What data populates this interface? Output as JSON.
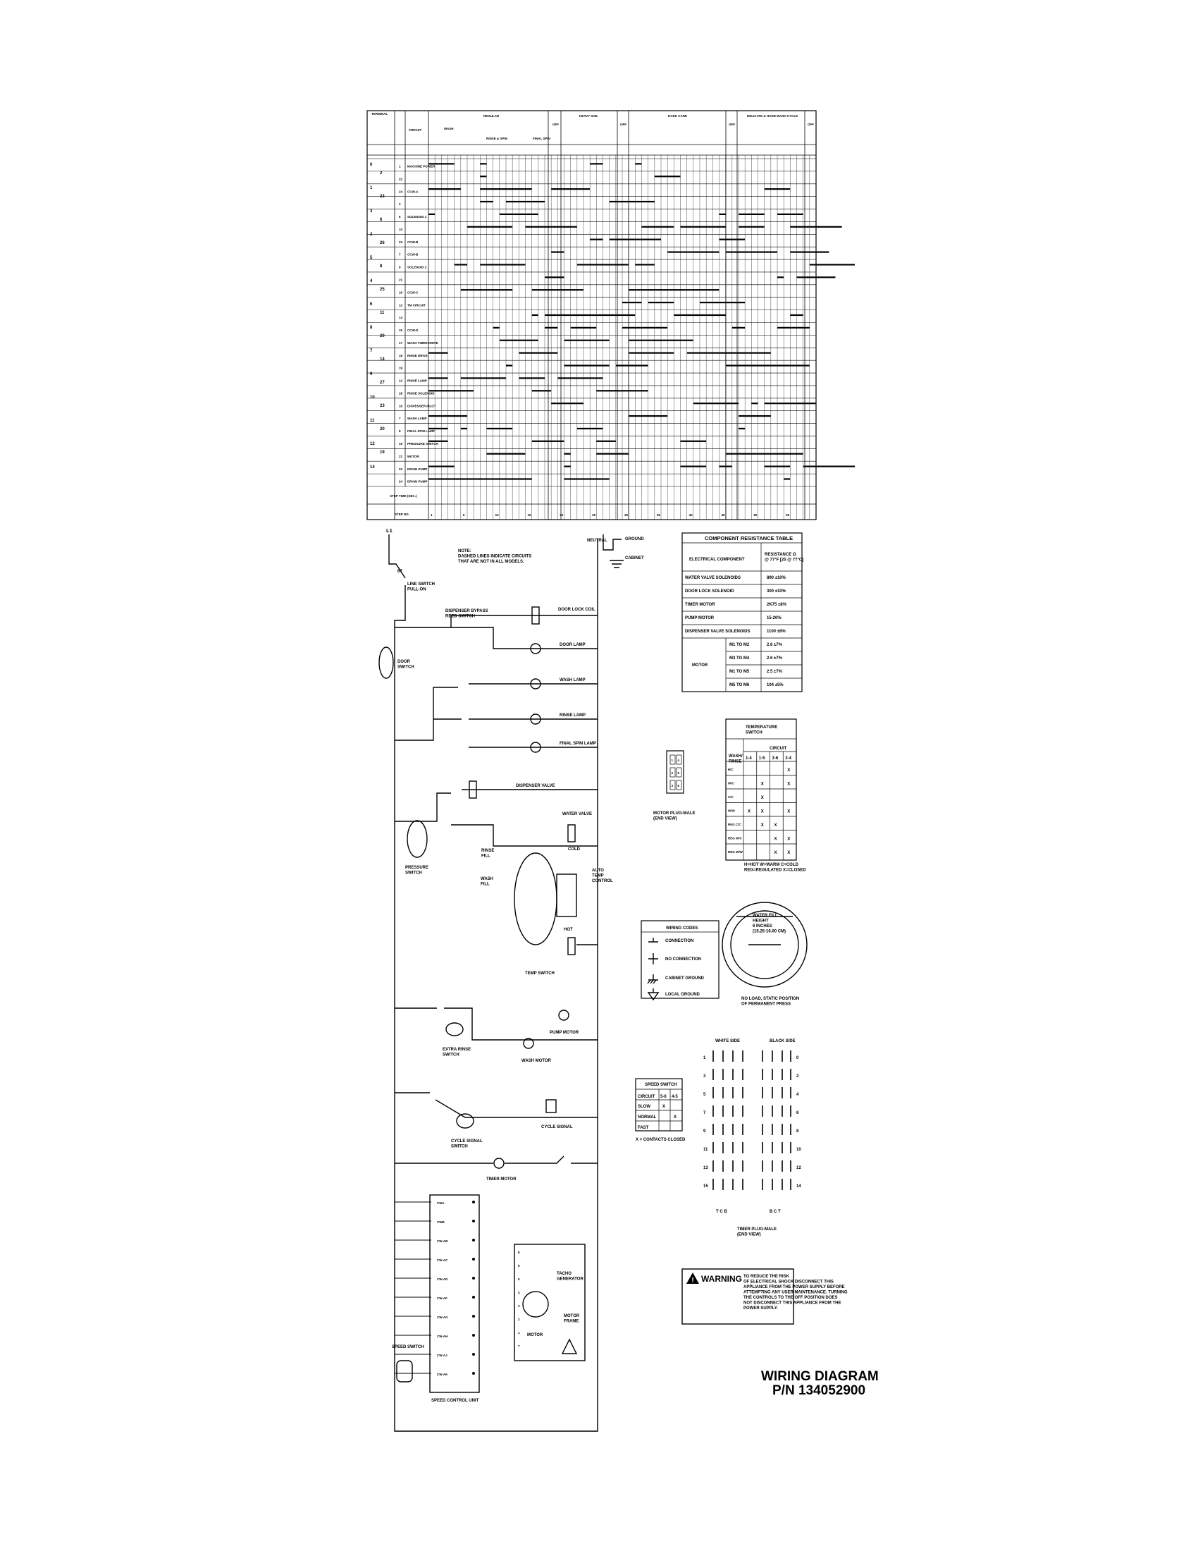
{
  "timer_chart": {
    "sections": [
      "REGULAR",
      "OFF",
      "HEAVY SOIL",
      "OFF",
      "DARK CARE",
      "OFF",
      "DELICATE & HAND WASH CYCLE",
      "OFF"
    ],
    "subheads": [
      "WASH",
      "RINSE & SPIN",
      "FINAL SPIN"
    ],
    "header_circuit": "CIRCUIT",
    "header_tb": "TERMINAL",
    "rows": [
      {
        "pin": "1",
        "label": "MACHINE POWER"
      },
      {
        "pin": "22",
        "label": ""
      },
      {
        "pin": "24",
        "label": "CCW-A"
      },
      {
        "pin": "4",
        "label": ""
      },
      {
        "pin": "6",
        "label": "SOLENOID 1"
      },
      {
        "pin": "10",
        "label": ""
      },
      {
        "pin": "23",
        "label": "CCW-B"
      },
      {
        "pin": "7",
        "label": "CCW-B"
      },
      {
        "pin": "9",
        "label": "SOLENOID 2"
      },
      {
        "pin": "21",
        "label": ""
      },
      {
        "pin": "16",
        "label": "CCW-C"
      },
      {
        "pin": "12",
        "label": "TM CIRCUIT"
      },
      {
        "pin": "13",
        "label": ""
      },
      {
        "pin": "15",
        "label": "CCW-D"
      },
      {
        "pin": "17",
        "label": "WASH TIMER DRIVE"
      },
      {
        "pin": "18",
        "label": "RINSE DRIVE"
      },
      {
        "pin": "19",
        "label": ""
      },
      {
        "pin": "12",
        "label": "RINSE LAMP"
      },
      {
        "pin": "18",
        "label": "RINSE SOLENOID"
      },
      {
        "pin": "16",
        "label": "DISPENSER PILOT"
      },
      {
        "pin": "7",
        "label": "WASH LAMP"
      },
      {
        "pin": "8",
        "label": "FINAL SPIN LAMP"
      },
      {
        "pin": "19",
        "label": "PRESSURE SWITCH"
      },
      {
        "pin": "21",
        "label": "MOTOR"
      },
      {
        "pin": "22",
        "label": "DRAIN PUMP"
      },
      {
        "pin": "24",
        "label": "DRAIN PUMP"
      }
    ],
    "left_col_a": [
      "0",
      "1",
      "3",
      "2",
      "5",
      "4",
      "6",
      "8",
      "7",
      "9",
      "10",
      "11",
      "12",
      "14"
    ],
    "left_col_b": [
      "2",
      "23",
      "6",
      "26",
      "8",
      "25",
      "11",
      "20",
      "14",
      "27",
      "23",
      "20",
      "19"
    ],
    "footer_step_time": "STEP TIME (SEC.)",
    "footer_step_no": "STEP NO.",
    "step_numbers": [
      "1",
      "5",
      "10",
      "15",
      "20",
      "25",
      "30",
      "35",
      "40",
      "45",
      "50",
      "55"
    ]
  },
  "schematic": {
    "l1": "L1",
    "neutral": "NEUTRAL",
    "ground": "GROUND",
    "cabinet": "CABINET",
    "note": "NOTE:\nDASHED LINES INDICATE CIRCUITS\nTHAT ARE NOT IN ALL MODELS.",
    "line_switch": "LINE SWITCH\nPULL-ON",
    "switch_label": "6T",
    "dispenser_bypass": "DISPENSER BYPASS\nREED SWITCH",
    "door_switch": "DOOR\nSWITCH",
    "door_lock_coil": "DOOR LOCK COIL",
    "door_lamp": "DOOR LAMP",
    "wash_lamp": "WASH LAMP",
    "rinse_lamp": "RINSE LAMP",
    "final_spin_lamp": "FINAL SPIN LAMP",
    "dispenser_valve": "DISPENSER VALVE",
    "water_valve": "WATER VALVE",
    "cold": "COLD",
    "hot": "HOT",
    "pressure_switch": "PRESSURE\nSWITCH",
    "rinse_fill": "RINSE\nFILL",
    "wash_fill": "WASH\nFILL",
    "auto_temp": "AUTO\nTEMP\nCONTROL",
    "temp_switch": "TEMP SWITCH",
    "extra_rinse": "EXTRA RINSE\nSWITCH",
    "pump_motor": "PUMP MOTOR",
    "wash_motor": "WASH MOTOR",
    "cycle_signal": "CYCLE SIGNAL",
    "cycle_signal_switch": "CYCLE SIGNAL\nSWITCH",
    "timer_motor": "TIMER MOTOR",
    "speed_switch": "SPEED SWITCH",
    "speed_control": "SPEED CONTROL UNIT",
    "tacho": "TACHO\nGENERATOR",
    "motor": "MOTOR",
    "motor_frame": "MOTOR\nFRAME",
    "terminal_pins": [
      "CWA",
      "CWB",
      "CW-AB",
      "CW-AC",
      "CW-AD",
      "CW-AF",
      "CW-AG",
      "CW-AH",
      "CW-AJ",
      "CW-AK"
    ],
    "terminal_numbers": [
      "8",
      "6",
      "5",
      "4",
      "3",
      "2",
      "1",
      "7"
    ]
  },
  "resistance_table": {
    "title": "COMPONENT RESISTANCE TABLE",
    "col1": "ELECTRICAL COMPONENT",
    "col2": "RESISTANCE Ω\n@ 77°F [25 @ 77°C]",
    "rows": [
      {
        "component": "WATER VALVE SOLENOIDS",
        "value": "890 ±10%"
      },
      {
        "component": "DOOR LOCK SOLENOID",
        "value": "300 ±10%"
      },
      {
        "component": "TIMER MOTOR",
        "value": "2K75 ±8%"
      },
      {
        "component": "PUMP MOTOR",
        "value": "15-20%"
      },
      {
        "component": "DISPENSER VALVE SOLENOIDS",
        "value": "1100 ±8%"
      }
    ],
    "motor_label": "MOTOR",
    "motor_rows": [
      {
        "terminals": "M1 TO M2",
        "value": "2.6 ±7%"
      },
      {
        "terminals": "M3 TO M4",
        "value": "2.6 ±7%"
      },
      {
        "terminals": "M1 TO M5",
        "value": "2.5 ±7%"
      },
      {
        "terminals": "M5 TO M6",
        "value": "104 ±5%"
      }
    ]
  },
  "temperature_switch": {
    "title": "TEMPERATURE\nSWITCH",
    "circuit": "CIRCUIT",
    "col_headers": [
      "1-4",
      "1-5",
      "3-6",
      "3-4"
    ],
    "row_header": "WASH/\nRINSE",
    "rows": [
      {
        "label": "H/C",
        "marks": [
          "",
          "",
          "",
          "X"
        ]
      },
      {
        "label": "W/C",
        "marks": [
          "",
          "X",
          "",
          "X"
        ]
      },
      {
        "label": "C/C",
        "marks": [
          "",
          "X",
          "",
          ""
        ]
      },
      {
        "label": "W/W",
        "marks": [
          "X",
          "X",
          "",
          "X"
        ]
      },
      {
        "label": "REG C/C",
        "marks": [
          "",
          "X",
          "X",
          ""
        ]
      },
      {
        "label": "REG W/C",
        "marks": [
          "",
          "",
          "X",
          "X"
        ]
      },
      {
        "label": "REG W/W",
        "marks": [
          "",
          "",
          "X",
          "X"
        ]
      }
    ],
    "legend": "H=HOT   W=WARM   C=COLD\nREG=REGULATED   X=CLOSED"
  },
  "motor_plug": {
    "label": "MOTOR PLUG-MALE\n(END VIEW)",
    "pins": [
      "1",
      "4",
      "2",
      "5",
      "3",
      "6"
    ]
  },
  "wiring_codes": {
    "title": "WIRING CODES",
    "items": [
      "CONNECTION",
      "NO CONNECTION",
      "CABINET GROUND",
      "LOCAL GROUND"
    ]
  },
  "water_fill": {
    "label": "WATER FILL\nHEIGHT\n6 INCHES\n(15.25-16.00 CM)",
    "caption": "NO LOAD, STATIC POSITION\nOF PERMANENT PRESS"
  },
  "speed_switch_table": {
    "title": "SPEED SWITCH",
    "circuit": "CIRCUIT",
    "cols": [
      "5-6",
      "4-5"
    ],
    "rows": [
      {
        "label": "SLOW",
        "marks": [
          "X",
          ""
        ]
      },
      {
        "label": "NORMAL",
        "marks": [
          "",
          "X"
        ]
      },
      {
        "label": "FAST",
        "marks": [
          "",
          ""
        ]
      }
    ],
    "note": "X = CONTACTS CLOSED"
  },
  "timer_plug": {
    "white_side": "WHITE SIDE",
    "black_side": "BLACK SIDE",
    "left_numbers": [
      "1",
      "3",
      "5",
      "7",
      "9",
      "11",
      "13",
      "15"
    ],
    "right_numbers": [
      "0",
      "2",
      "4",
      "6",
      "8",
      "10",
      "12",
      "14"
    ],
    "bottom_left": "T  C  B",
    "bottom_right": "B  C  T",
    "label": "TIMER PLUG-MALE\n(END VIEW)"
  },
  "warning": {
    "heading": "WARNING",
    "text": "TO REDUCE THE RISK\nOF ELECTRICAL SHOCK DISCONNECT THIS\nAPPLIANCE FROM THE POWER SUPPLY BEFORE\nATTEMPTING ANY USER MAINTENANCE. TURNING\nTHE CONTROLS TO THE OFF POSITION DOES\nNOT DISCONNECT THIS APPLIANCE FROM THE\nPOWER SUPPLY."
  },
  "title_block": {
    "title": "WIRING DIAGRAM",
    "part_number": "P/N 134052900"
  }
}
